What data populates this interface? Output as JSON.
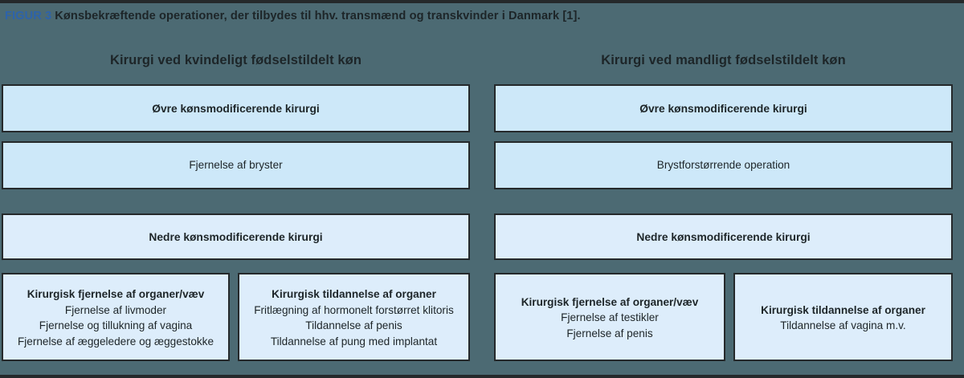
{
  "figure": {
    "label": "FIGUR 3",
    "caption": "Kønsbekræftende operationer, der tilbydes til hhv. transmænd og transkvinder i Danmark [1].",
    "label_color": "#2d63ab",
    "background_color": "#4c6a73",
    "box_color_upper": "#cde8f9",
    "box_color_lower": "#ddedfb",
    "border_color": "#25292b"
  },
  "columns": {
    "left": {
      "header": "Kirurgi ved kvindeligt fødselstildelt køn",
      "upper": {
        "title": "Øvre kønsmodificerende kirurgi",
        "item": "Fjernelse af bryster"
      },
      "lower": {
        "title": "Nedre kønsmodificerende kirurgi",
        "removal": {
          "heading": "Kirurgisk fjernelse af organer/væv",
          "items": [
            "Fjernelse af livmoder",
            "Fjernelse og tillukning af vagina",
            "Fjernelse af æggeledere og æggestokke"
          ]
        },
        "creation": {
          "heading": "Kirurgisk tildannelse af organer",
          "items": [
            "Fritlægning af hormonelt forstørret klitoris",
            "Tildannelse af penis",
            "Tildannelse af pung med implantat"
          ]
        }
      }
    },
    "right": {
      "header": "Kirurgi ved mandligt fødselstildelt køn",
      "upper": {
        "title": "Øvre kønsmodificerende kirurgi",
        "item": "Brystforstørrende operation"
      },
      "lower": {
        "title": "Nedre kønsmodificerende kirurgi",
        "removal": {
          "heading": "Kirurgisk fjernelse af organer/væv",
          "items": [
            "Fjernelse af testikler",
            "Fjernelse af penis"
          ]
        },
        "creation": {
          "heading": "Kirurgisk tildannelse af organer",
          "items": [
            "Tildannelse af vagina m.v."
          ]
        }
      }
    }
  }
}
